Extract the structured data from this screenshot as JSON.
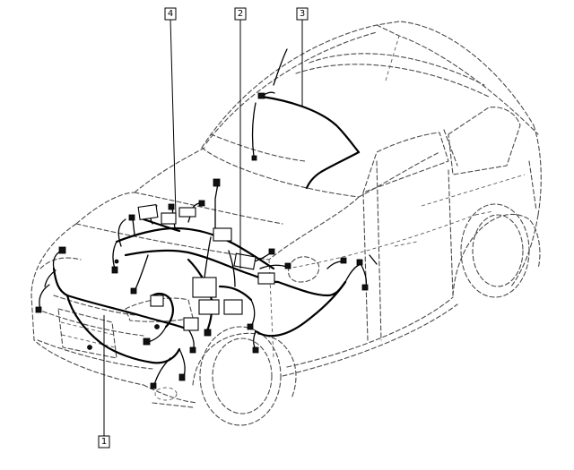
{
  "callouts": [
    {
      "id": "callout-1",
      "label": "1"
    },
    {
      "id": "callout-2",
      "label": "2"
    },
    {
      "id": "callout-3",
      "label": "3"
    },
    {
      "id": "callout-4",
      "label": "4"
    }
  ]
}
